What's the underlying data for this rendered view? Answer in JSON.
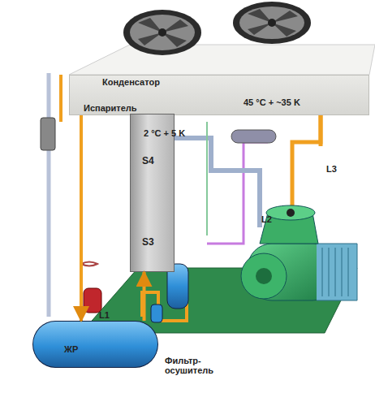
{
  "diagram": {
    "nodes": [
      {
        "text": [
          "Конденсатор"
        ]
      },
      {
        "text": [
          "Испаритель",
          "S4",
          "S3"
        ]
      },
      {
        "text": [
          "ЖР"
        ]
      }
    ],
    "edges": [
      {
        "from": 0,
        "to": 2,
        "arrow": "to"
      },
      {
        "from": 2,
        "to": 1,
        "arrow": "to"
      }
    ],
    "labels": [
      "2 °C + 5 K",
      "45 °C + ~35 K",
      "L3",
      "L2",
      "L1",
      "Фильтр-осушитель"
    ]
  }
}
